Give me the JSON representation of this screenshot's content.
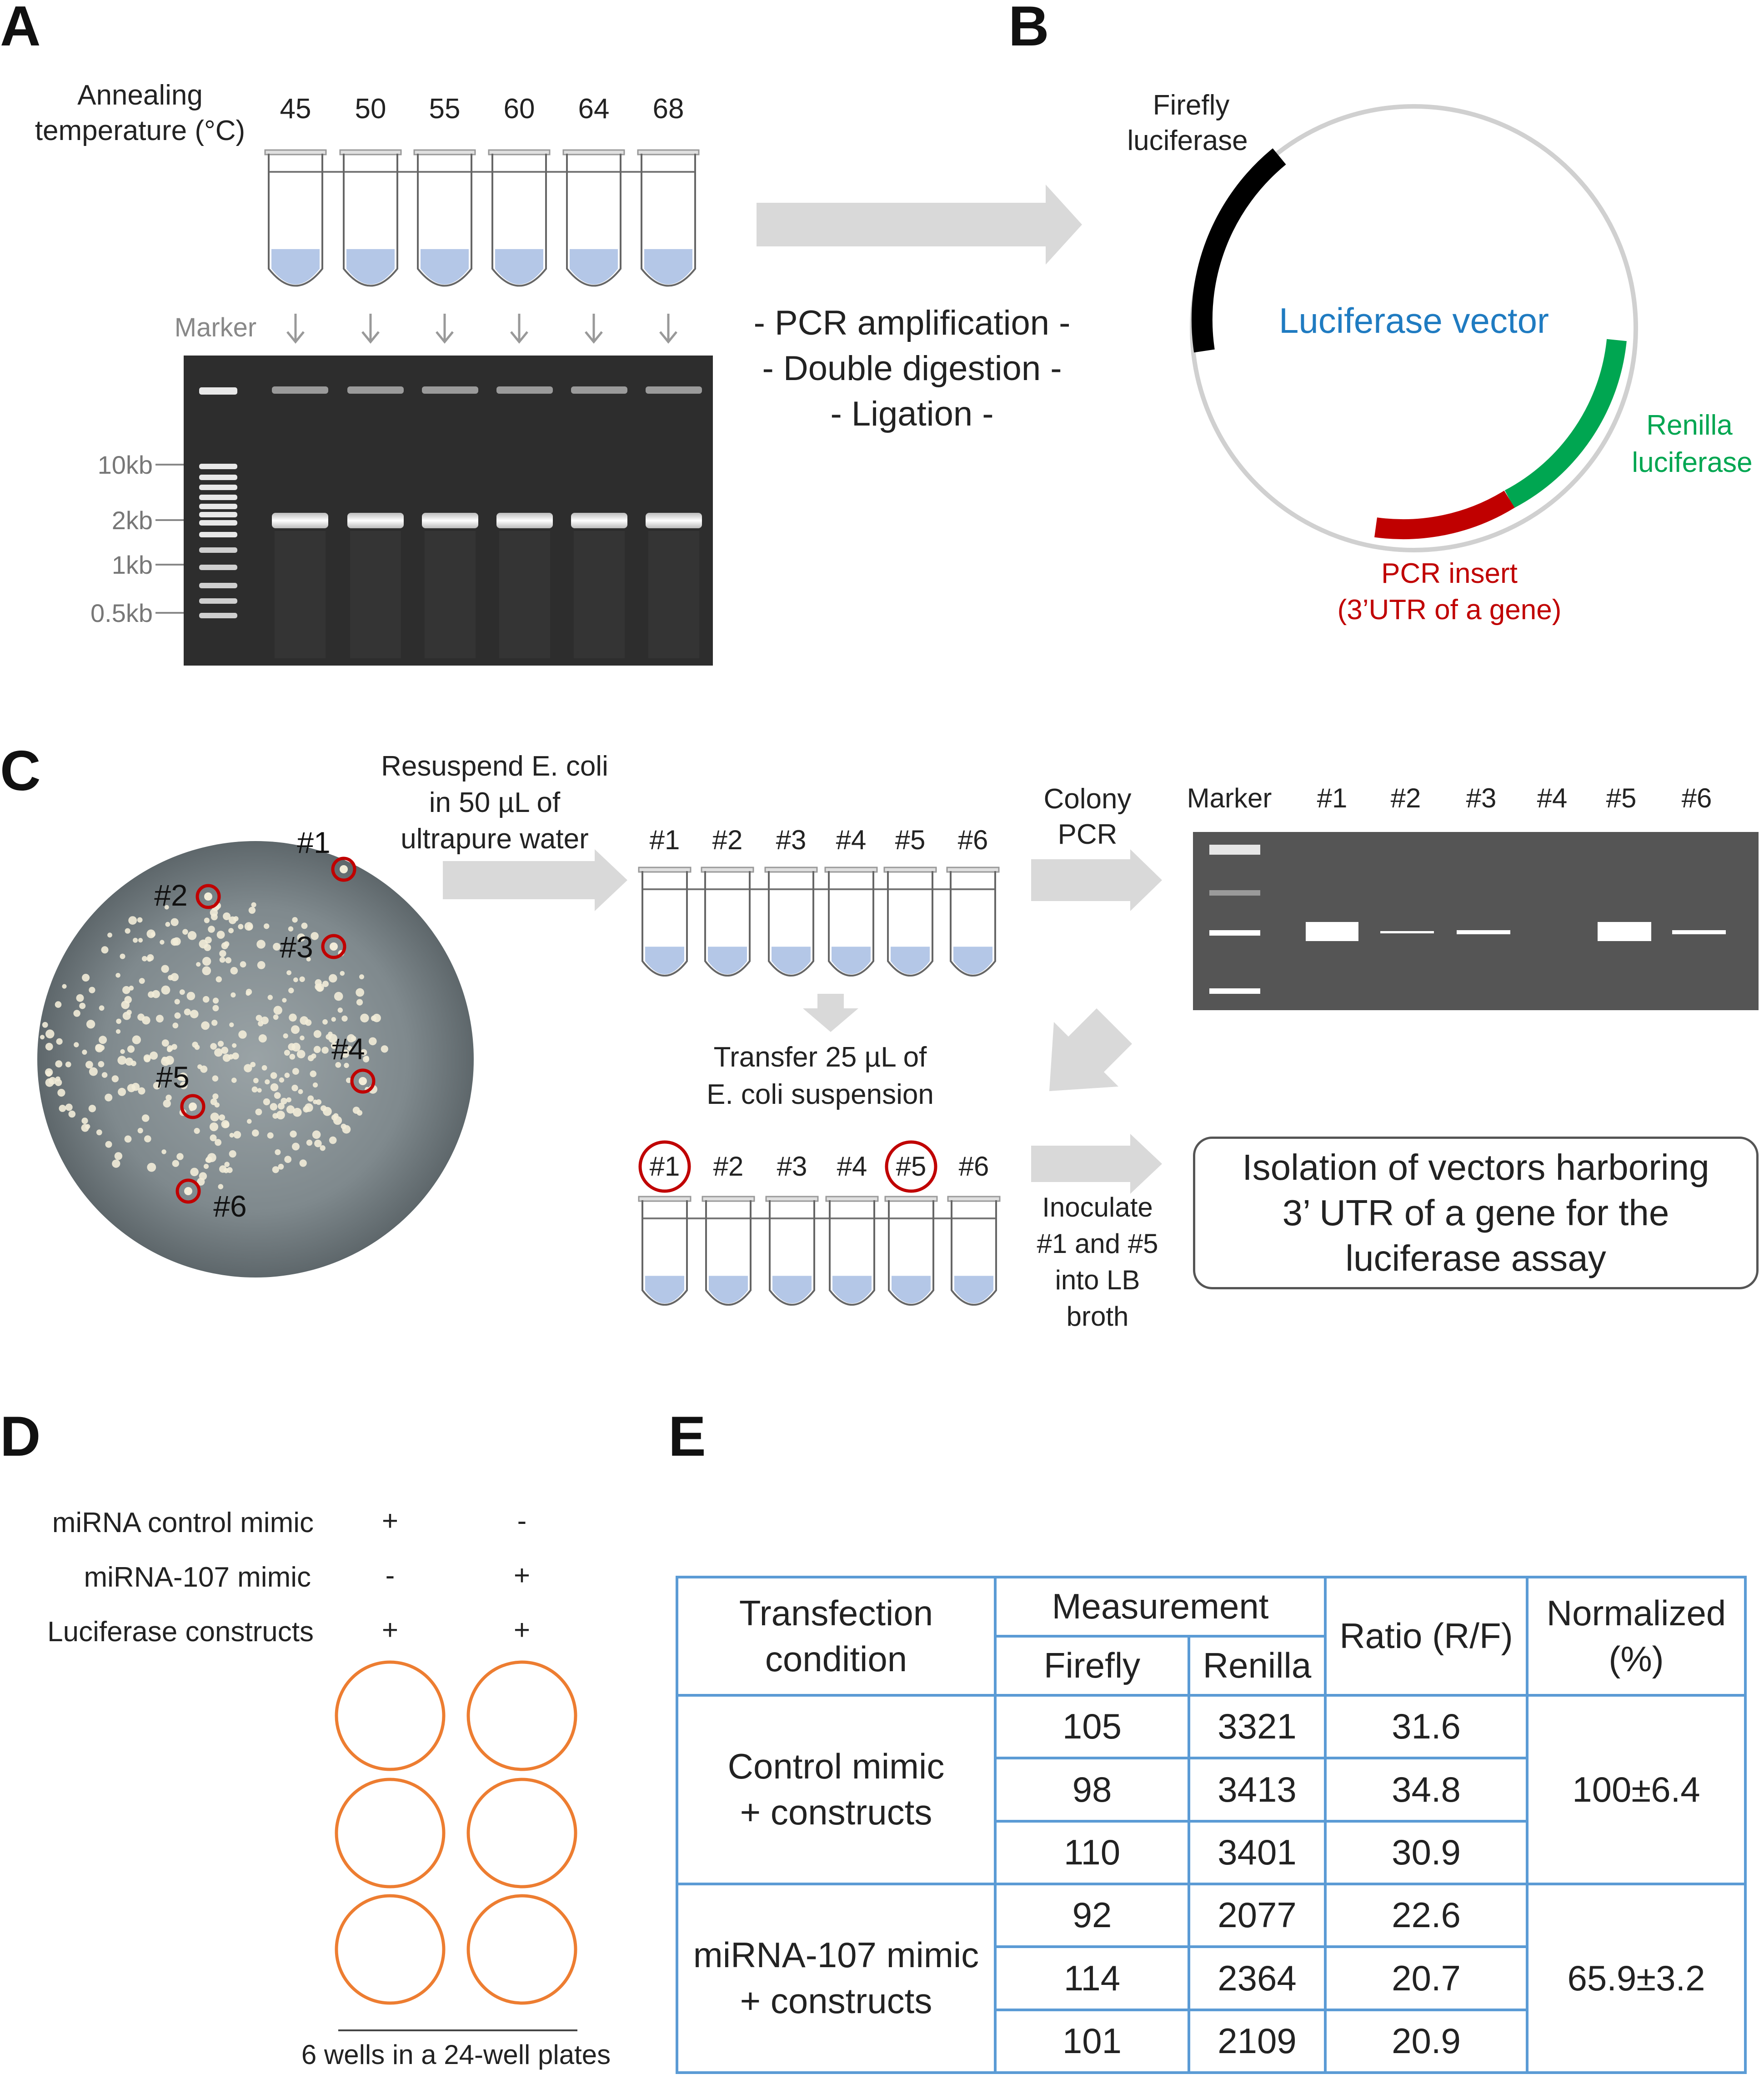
{
  "panels": {
    "a": "A",
    "b": "B",
    "c": "C",
    "d": "D",
    "e": "E"
  },
  "panel_a": {
    "annealing_label_1": "Annealing",
    "annealing_label_2": "temperature (°C)",
    "temperatures": [
      "45",
      "50",
      "55",
      "60",
      "64",
      "68"
    ],
    "marker_label": "Marker",
    "size_labels": [
      "10kb",
      "2kb",
      "1kb",
      "0.5kb"
    ]
  },
  "arrow_text": [
    "- PCR amplification -",
    "- Double digestion -",
    "- Ligation -"
  ],
  "panel_b": {
    "firefly_1": "Firefly",
    "firefly_2": "luciferase",
    "vector": "Luciferase vector",
    "renilla_1": "Renilla",
    "renilla_2": "luciferase",
    "insert_1": "PCR insert",
    "insert_2": "(3’UTR of a gene)",
    "colors": {
      "firefly": "#000000",
      "renilla": "#00a651",
      "insert": "#c00000",
      "vector_text": "#1f7bc1"
    }
  },
  "panel_c": {
    "colony_labels": [
      "#1",
      "#2",
      "#3",
      "#4",
      "#5",
      "#6"
    ],
    "resuspend": [
      "Resuspend E. coli",
      "in 50 µL of",
      "ultrapure water"
    ],
    "tube_labels": [
      "#1",
      "#2",
      "#3",
      "#4",
      "#5",
      "#6"
    ],
    "colony_pcr": [
      "Colony",
      "PCR"
    ],
    "gel_marker": "Marker",
    "gel_lanes": [
      "#1",
      "#2",
      "#3",
      "#4",
      "#5",
      "#6"
    ],
    "transfer": [
      "Transfer 25 µL of",
      "E. coli suspension"
    ],
    "tube_labels_2": [
      "#1",
      "#2",
      "#3",
      "#4",
      "#5",
      "#6"
    ],
    "inoculate": [
      "Inoculate",
      "#1 and #5",
      "into LB",
      "broth"
    ],
    "isolation": [
      "Isolation of vectors harboring",
      "3’ UTR of a gene for the",
      "luciferase assay"
    ]
  },
  "panel_d": {
    "rows": [
      {
        "label": "miRNA control mimic",
        "c1": "+",
        "c2": "-"
      },
      {
        "label": "miRNA-107 mimic",
        "c1": "-",
        "c2": "+"
      },
      {
        "label": "Luciferase constructs",
        "c1": "+",
        "c2": "+"
      }
    ],
    "caption": "6 wells in a 24-well plates",
    "well_color": "#ed7d31"
  },
  "panel_e": {
    "h_condition_1": "Transfection",
    "h_condition_2": "condition",
    "h_measurement": "Measurement",
    "h_firefly": "Firefly",
    "h_renilla": "Renilla",
    "h_ratio": "Ratio (R/F)",
    "h_normalized_1": "Normalized",
    "h_normalized_2": "(%)",
    "groups": [
      {
        "label_1": "Control mimic",
        "label_2": "+ constructs",
        "normalized": "100±6.4",
        "rows": [
          {
            "firefly": "105",
            "renilla": "3321",
            "ratio": "31.6"
          },
          {
            "firefly": "98",
            "renilla": "3413",
            "ratio": "34.8"
          },
          {
            "firefly": "110",
            "renilla": "3401",
            "ratio": "30.9"
          }
        ]
      },
      {
        "label_1": "miRNA-107 mimic",
        "label_2": "+ constructs",
        "normalized": "65.9±3.2",
        "rows": [
          {
            "firefly": "92",
            "renilla": "2077",
            "ratio": "22.6"
          },
          {
            "firefly": "114",
            "renilla": "2364",
            "ratio": "20.7"
          },
          {
            "firefly": "101",
            "renilla": "2109",
            "ratio": "20.9"
          }
        ]
      }
    ],
    "border_color": "#5b9bd5"
  }
}
